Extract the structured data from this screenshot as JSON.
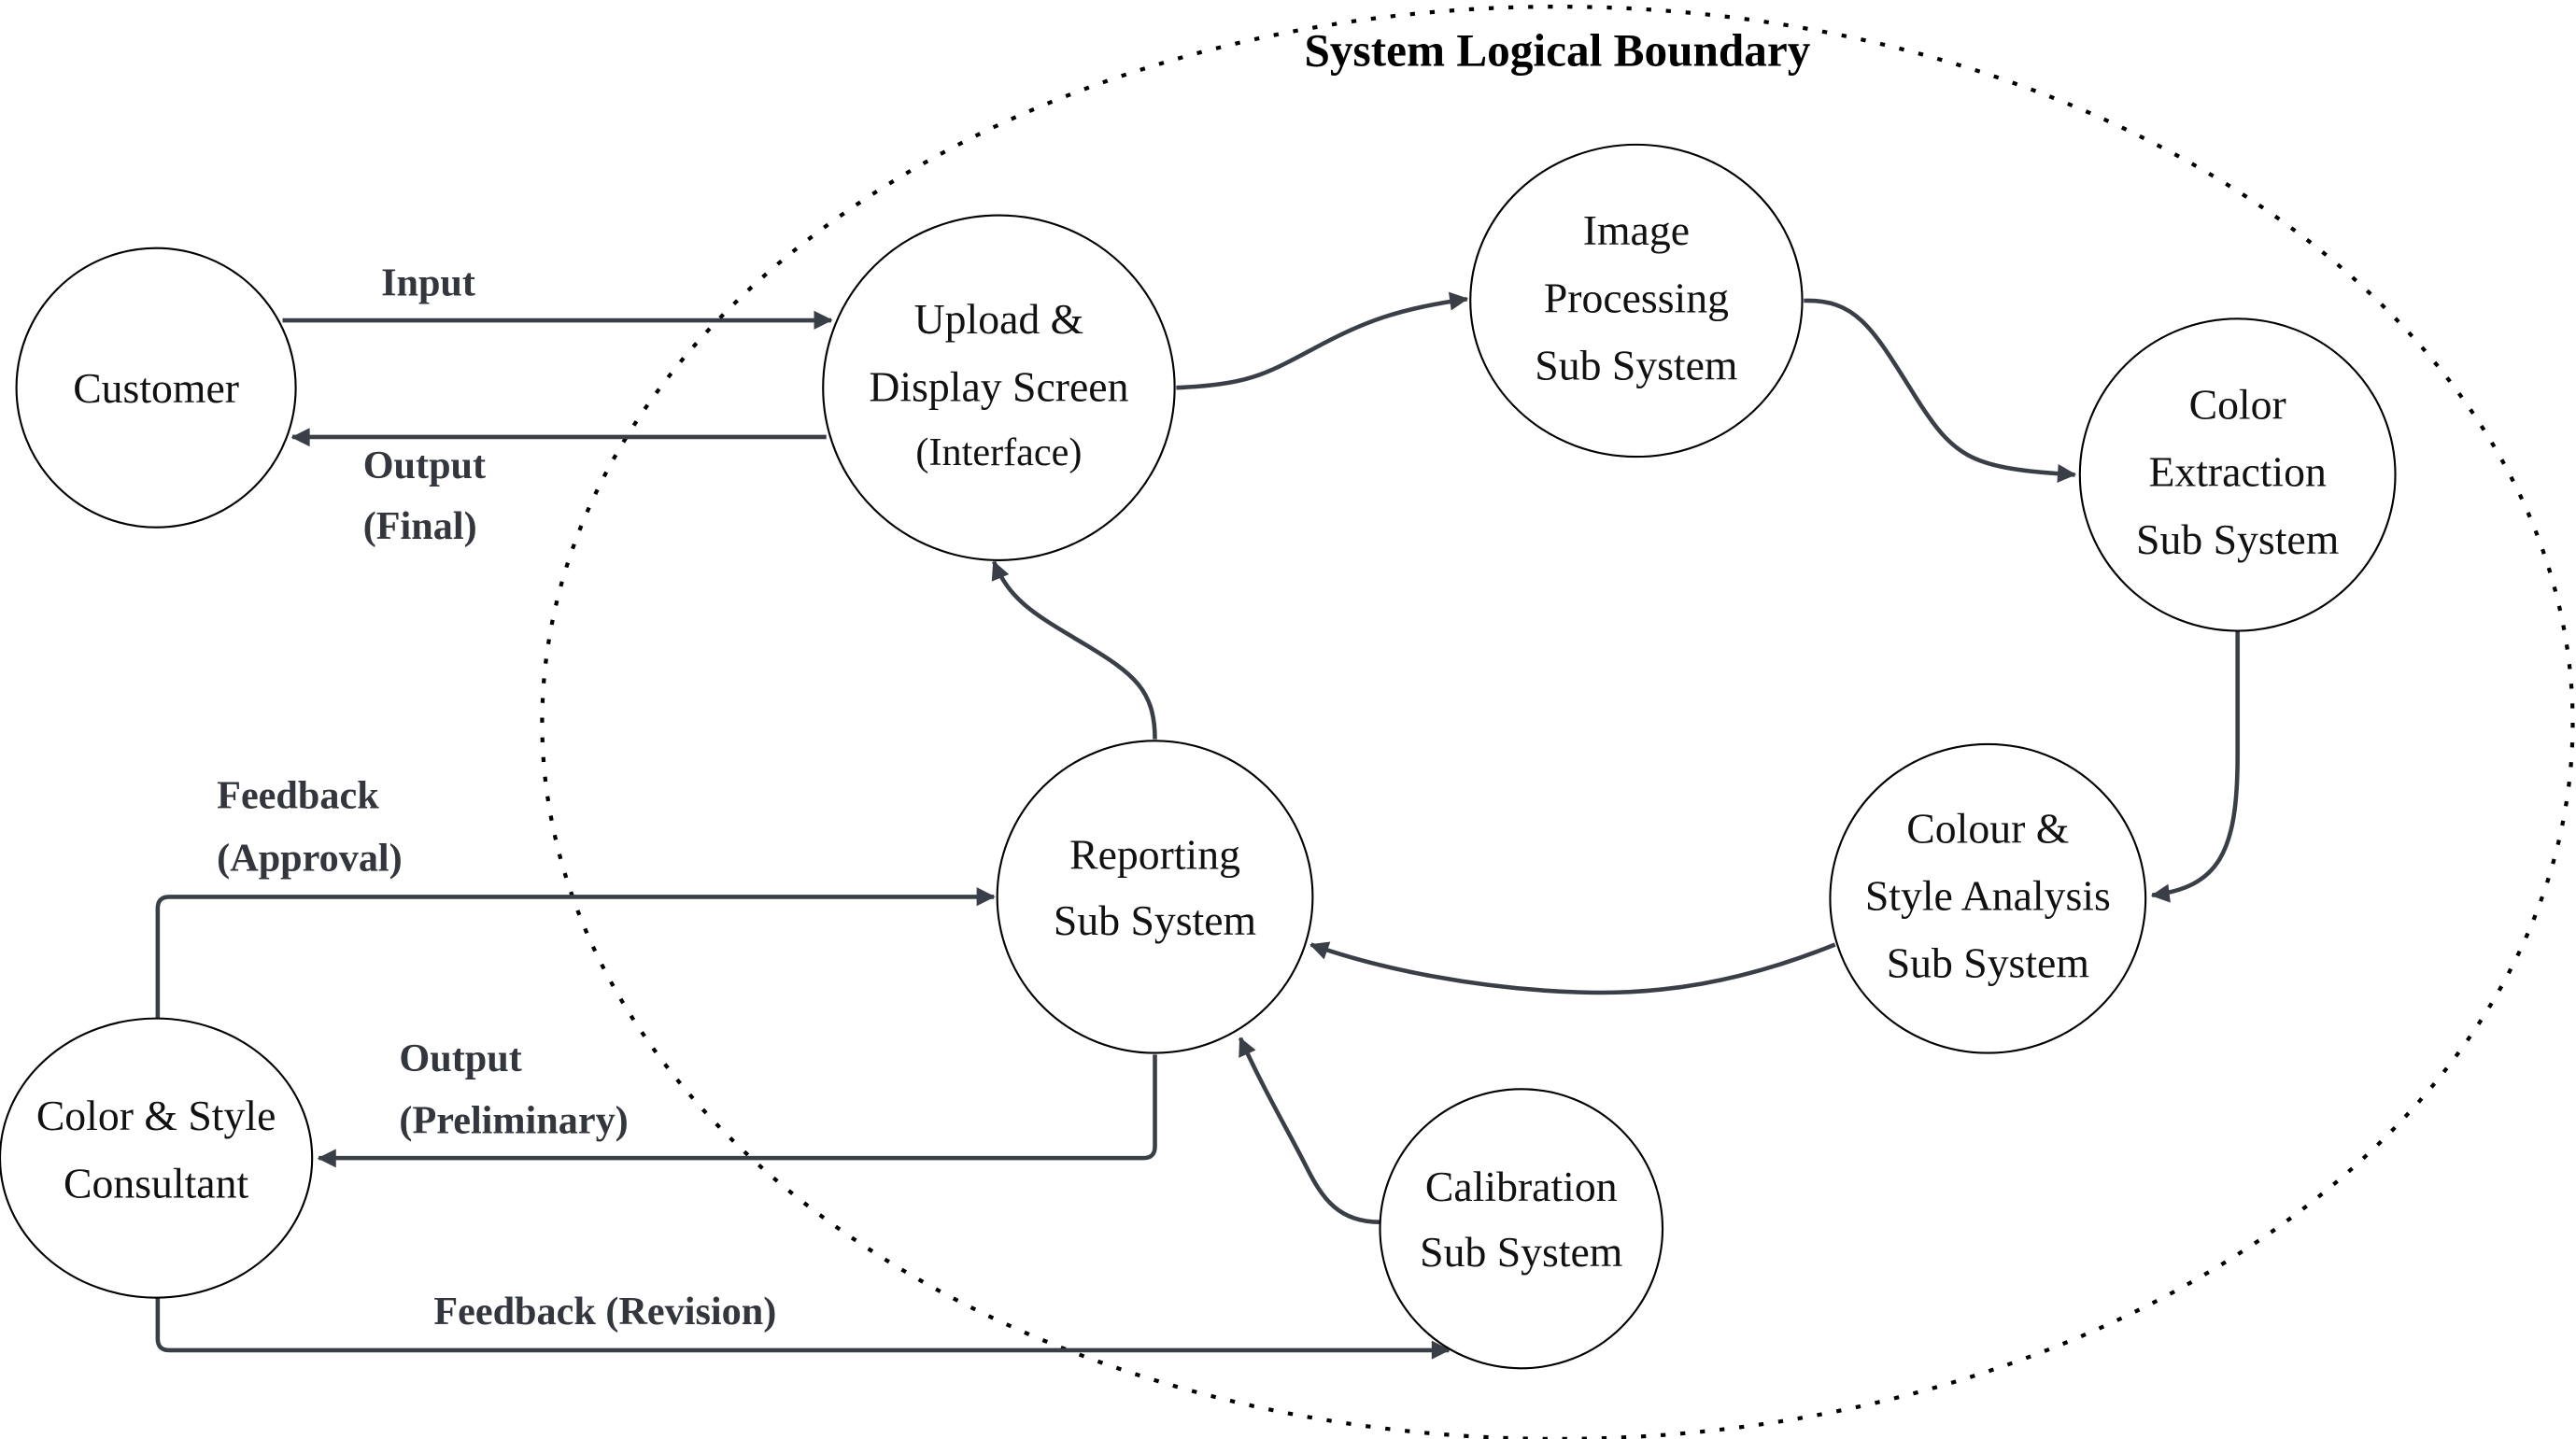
{
  "diagram": {
    "boundary": {
      "title": "System Logical Boundary"
    },
    "nodes": {
      "customer": {
        "lines": [
          "Customer"
        ]
      },
      "upload": {
        "lines": [
          "Upload &",
          "Display Screen",
          "(Interface)"
        ]
      },
      "image_processing": {
        "lines": [
          "Image",
          "Processing",
          "Sub System"
        ]
      },
      "color_extraction": {
        "lines": [
          "Color",
          "Extraction",
          "Sub System"
        ]
      },
      "style_analysis": {
        "lines": [
          "Colour &",
          "Style Analysis",
          "Sub System"
        ]
      },
      "reporting": {
        "lines": [
          "Reporting",
          "Sub System"
        ]
      },
      "calibration": {
        "lines": [
          "Calibration",
          "Sub System"
        ]
      },
      "consultant": {
        "lines": [
          "Color & Style",
          "Consultant"
        ]
      }
    },
    "edges": {
      "input": {
        "from": "Customer",
        "to": "Upload & Display Screen",
        "label": [
          "Input"
        ]
      },
      "output_final": {
        "from": "Upload & Display Screen",
        "to": "Customer",
        "label": [
          "Output",
          "(Final)"
        ]
      },
      "upload_to_image": {
        "from": "Upload & Display Screen",
        "to": "Image Processing Sub System",
        "label": []
      },
      "image_to_extraction": {
        "from": "Image Processing Sub System",
        "to": "Color Extraction Sub System",
        "label": []
      },
      "extraction_to_analysis": {
        "from": "Color Extraction Sub System",
        "to": "Colour & Style Analysis Sub System",
        "label": []
      },
      "analysis_to_reporting": {
        "from": "Colour & Style Analysis Sub System",
        "to": "Reporting Sub System",
        "label": []
      },
      "reporting_to_upload": {
        "from": "Reporting Sub System",
        "to": "Upload & Display Screen",
        "label": []
      },
      "calibration_to_reporting": {
        "from": "Calibration Sub System",
        "to": "Reporting Sub System",
        "label": []
      },
      "feedback_approval": {
        "from": "Color & Style Consultant",
        "to": "Reporting Sub System",
        "label": [
          "Feedback",
          "(Approval)"
        ]
      },
      "output_preliminary": {
        "from": "Reporting Sub System",
        "to": "Color & Style Consultant",
        "label": [
          "Output",
          "(Preliminary)"
        ]
      },
      "feedback_revision": {
        "from": "Color & Style Consultant",
        "to": "Calibration Sub System",
        "label": [
          "Feedback (Revision)"
        ]
      }
    },
    "colors": {
      "edge": "#3a3f47",
      "node_stroke": "#000000",
      "label": "#33373d"
    }
  }
}
